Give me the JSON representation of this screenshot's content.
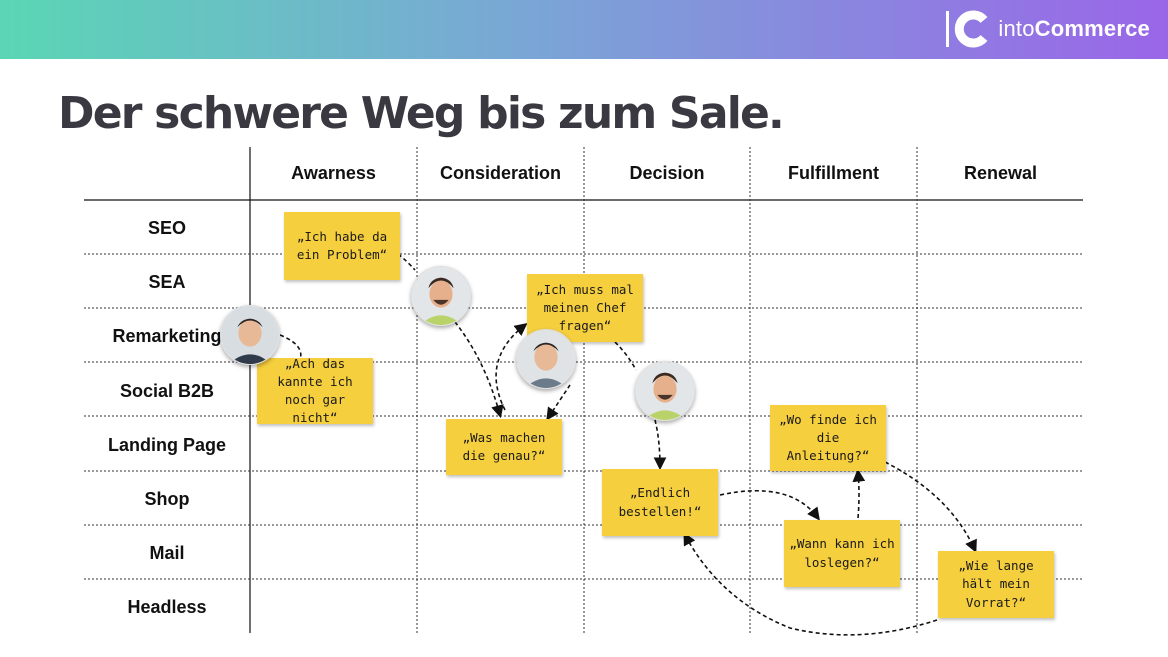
{
  "header": {
    "logo_light": "into",
    "logo_bold": "Commerce",
    "colors": {
      "gradient_start": "#5ad6b4",
      "gradient_end": "#9a66e8"
    }
  },
  "title": "Der schwere Weg bis zum Sale.",
  "columns": [
    "Awarness",
    "Consideration",
    "Decision",
    "Fulfillment",
    "Renewal"
  ],
  "rows": [
    "SEO",
    "SEA",
    "Remarketing",
    "Social B2B",
    "Landing Page",
    "Shop",
    "Mail",
    "Headless"
  ],
  "notes": [
    "„Ich habe da ein Problem“",
    "„Ach das kannte ich noch gar nicht“",
    "„Ich muss mal meinen Chef fragen“",
    "„Was machen die genau?“",
    "„Endlich bestellen!“",
    "„Wo finde ich die Anleitung?“",
    "„Wann kann ich loslegen?“",
    "„Wie lange hält mein Vorrat?“"
  ],
  "note_color": "#f6cf3e"
}
